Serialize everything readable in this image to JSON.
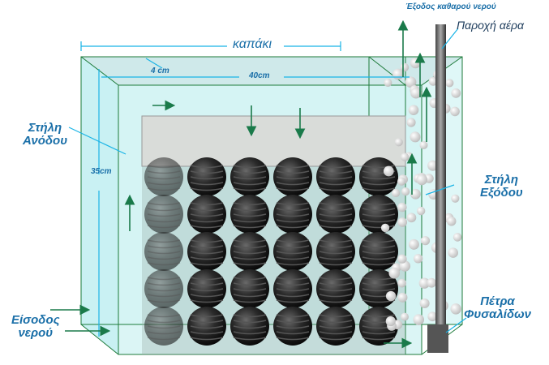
{
  "labels": {
    "clean_water_outlet": "Έξοδος καθαρού νερού",
    "air_supply": "Παροχή αέρα",
    "lid": "καπάκι",
    "lid_thickness": "4 cm",
    "width": "40cm",
    "height": "35cm",
    "riser_column_line1": "Στήλη",
    "riser_column_line2": "Ανόδου",
    "outlet_column_line1": "Στήλη",
    "outlet_column_line2": "Εξόδου",
    "bubble_stone_line1": "Πέτρα",
    "bubble_stone_line2": "Φυσαλίδων",
    "water_inlet_line1": "Είσοδος",
    "water_inlet_line2": "νερού"
  },
  "colors": {
    "glass": "#d6f5f5",
    "edge": "#1d7a3a",
    "dimension": "#19b4e6",
    "arrow": "#1a7a4a",
    "label": "#1a6fa8"
  },
  "media_grid": {
    "rows": 5,
    "columns": 6
  }
}
